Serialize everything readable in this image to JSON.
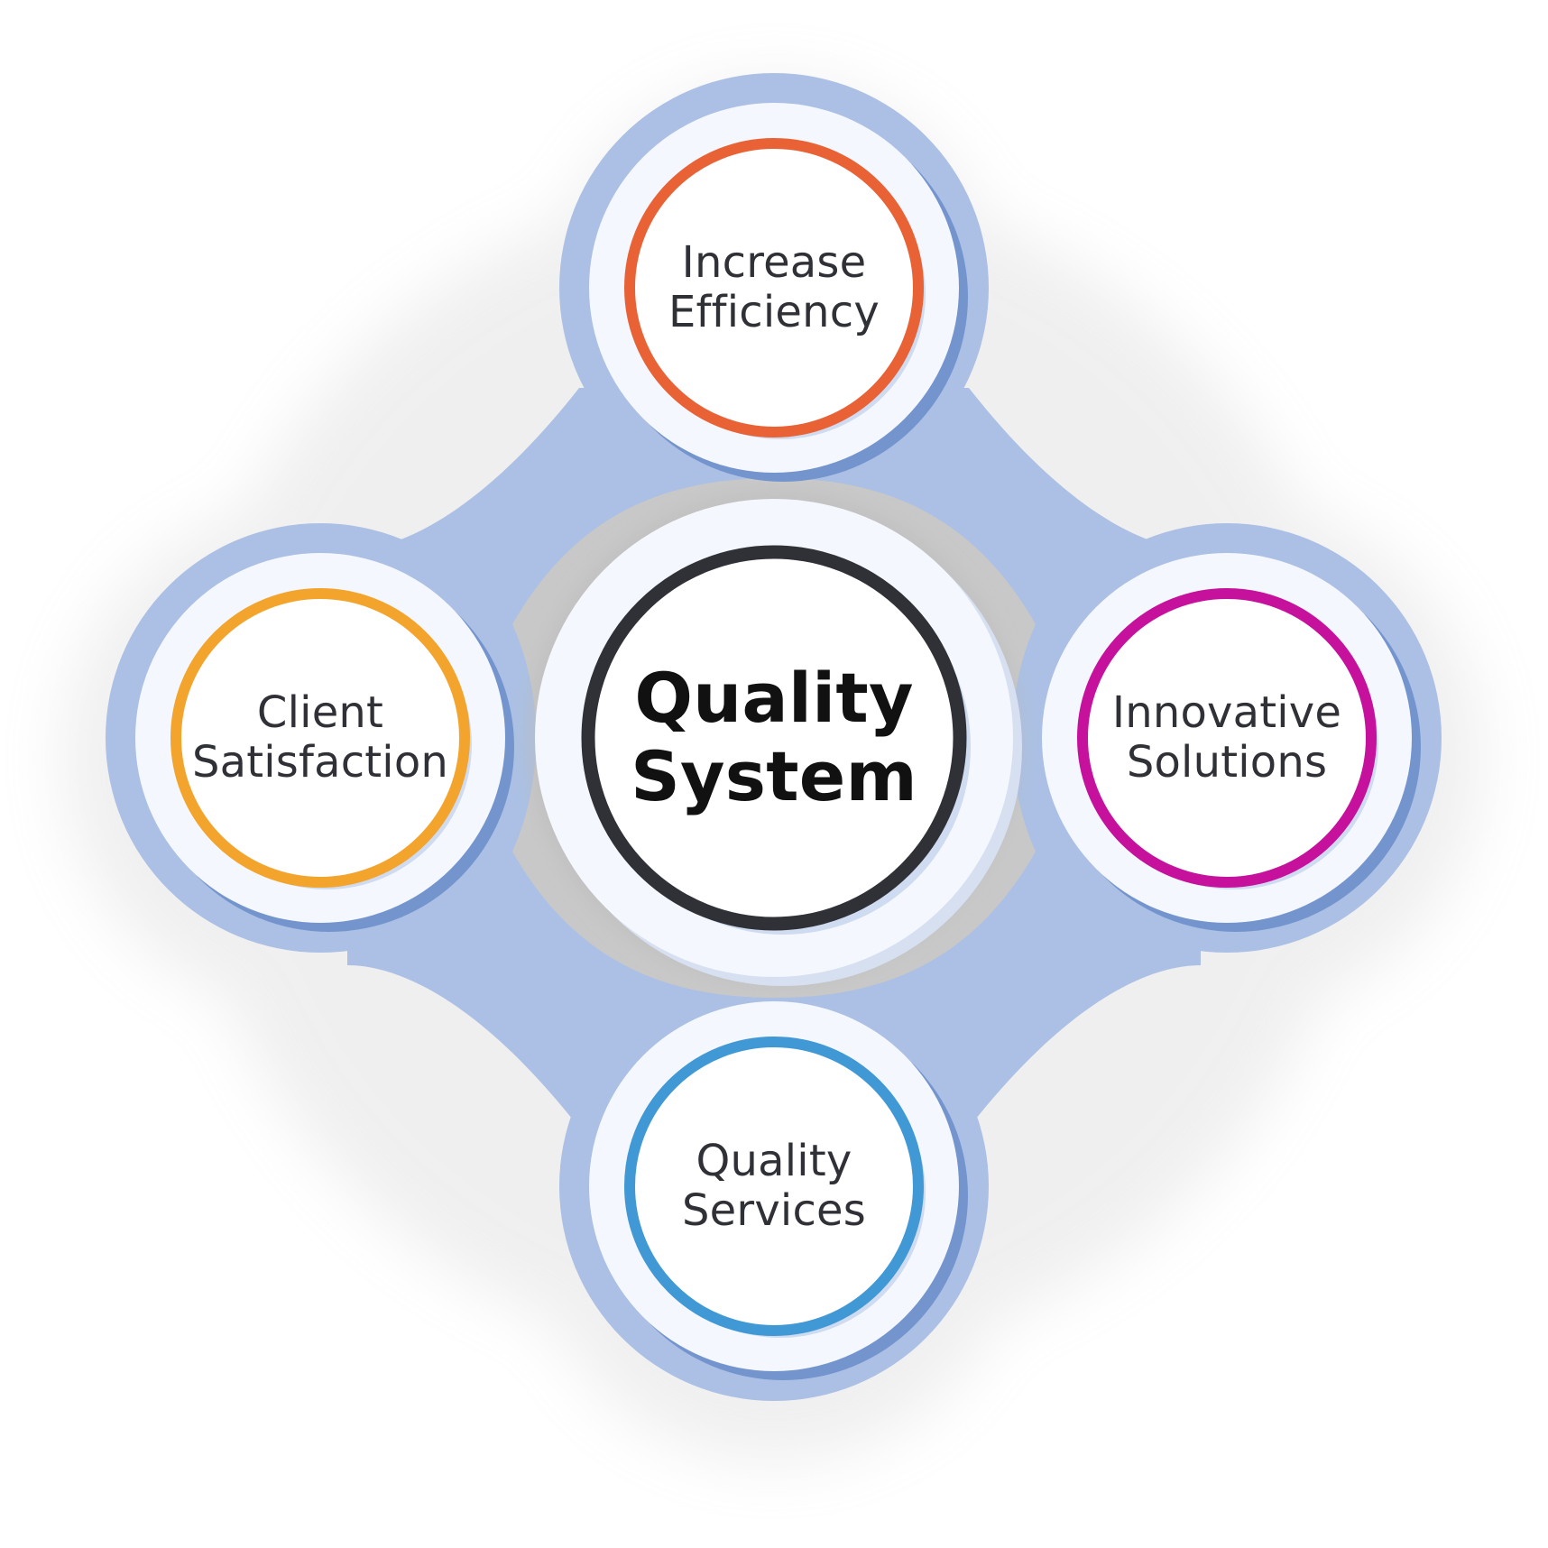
{
  "diagram": {
    "center": {
      "line1": "Quality",
      "line2": "System"
    },
    "nodes": [
      {
        "id": "increase-efficiency",
        "line1": "Increase",
        "line2": "Efficiency",
        "ring_color": "#e86236"
      },
      {
        "id": "client-satisfaction",
        "line1": "Client",
        "line2": "Satisfaction",
        "ring_color": "#f3a42c"
      },
      {
        "id": "innovative-solutions",
        "line1": "Innovative",
        "line2": "Solutions",
        "ring_color": "#c6119c"
      },
      {
        "id": "quality-services",
        "line1": "Quality",
        "line2": "Services",
        "ring_color": "#4098d5"
      }
    ]
  },
  "colors": {
    "background": "#ffffff",
    "structure_blue": "#abc0e4",
    "shadow_blue": "#7394cd",
    "inner_white": "#f4f7fd",
    "center_ring": "#2f3136",
    "text": "#2f3136"
  }
}
